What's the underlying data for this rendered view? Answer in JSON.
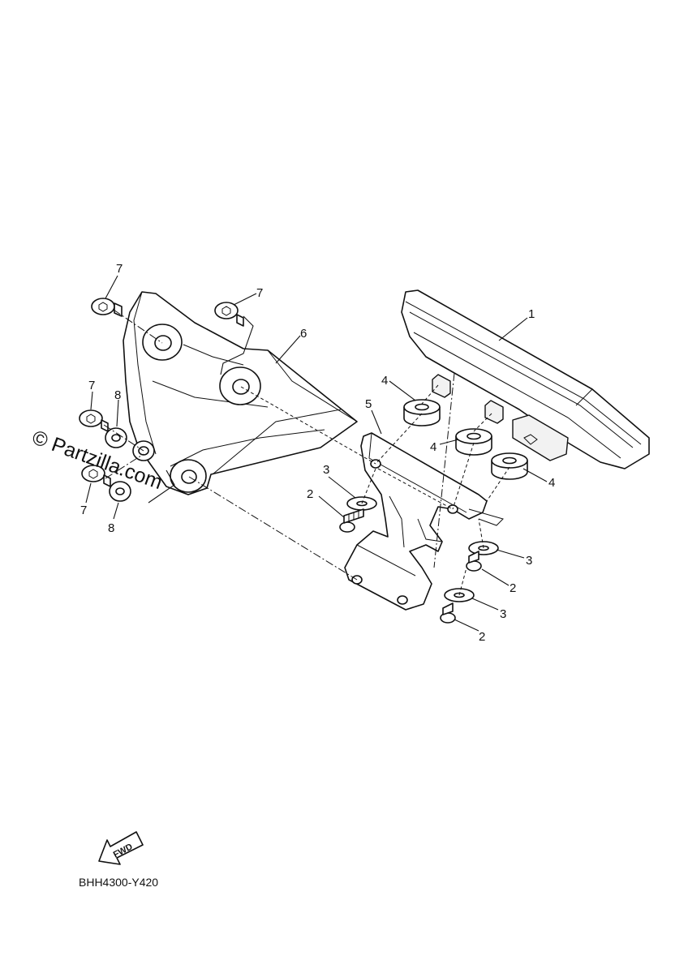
{
  "callouts": [
    {
      "id": "c-1",
      "label": "1"
    },
    {
      "id": "c-2a",
      "label": "2"
    },
    {
      "id": "c-2b",
      "label": "2"
    },
    {
      "id": "c-2c",
      "label": "2"
    },
    {
      "id": "c-3a",
      "label": "3"
    },
    {
      "id": "c-3b",
      "label": "3"
    },
    {
      "id": "c-3c",
      "label": "3"
    },
    {
      "id": "c-4a",
      "label": "4"
    },
    {
      "id": "c-4b",
      "label": "4"
    },
    {
      "id": "c-4c",
      "label": "4"
    },
    {
      "id": "c-5",
      "label": "5"
    },
    {
      "id": "c-6",
      "label": "6"
    },
    {
      "id": "c-7a",
      "label": "7"
    },
    {
      "id": "c-7b",
      "label": "7"
    },
    {
      "id": "c-7c",
      "label": "7"
    },
    {
      "id": "c-7d",
      "label": "7"
    },
    {
      "id": "c-8a",
      "label": "8"
    },
    {
      "id": "c-8b",
      "label": "8"
    }
  ],
  "watermark": "© Partzilla.com",
  "fwd_label": "FWD",
  "diagram_code": "BHH4300-Y420"
}
